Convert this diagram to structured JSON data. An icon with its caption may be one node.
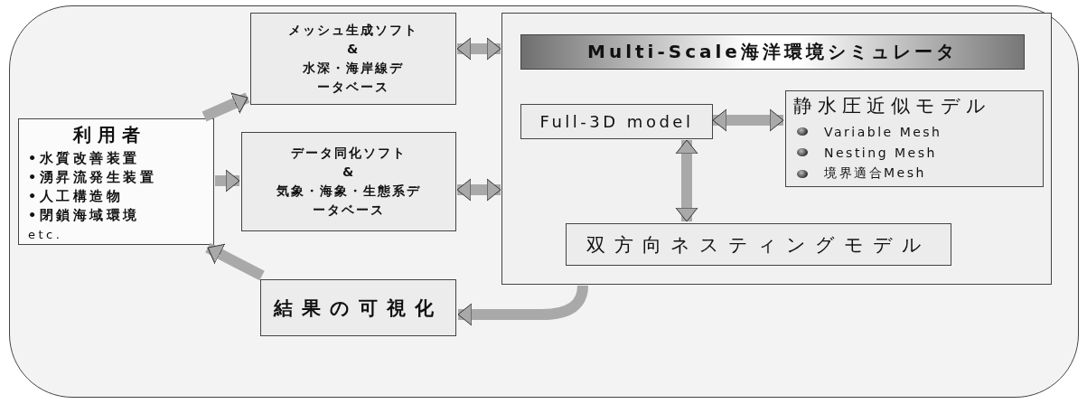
{
  "diagram": {
    "nodes": [
      {
        "text": [
          "利用者",
          "•水質改善装置",
          "•湧昇流発生装置",
          "•人工構造物",
          "•閉鎖海域環境",
          "etc."
        ]
      },
      {
        "text": [
          "メッシュ生成ソフト",
          "&",
          "水深・海岸線データベース"
        ]
      },
      {
        "text": [
          "データ同化ソフト",
          "&",
          "気象・海象・生態系データベース"
        ]
      },
      {
        "text": [],
        "shape": "box"
      },
      {
        "text": [
          "Multi-Scale海洋環境シミュレータ"
        ],
        "in": 3
      },
      {
        "text": [
          "Full-3D model"
        ],
        "in": 3
      },
      {
        "text": [
          "静水圧近似モデル",
          "Variable Mesh",
          "Nesting Mesh",
          "境界適合Mesh"
        ],
        "in": 3
      },
      {
        "text": [
          "双方向ネスティングモデル"
        ],
        "in": 3
      },
      {
        "text": [
          "結果の可視化"
        ]
      }
    ],
    "edges": [
      {
        "from": 0,
        "to": 1,
        "arrow": "to"
      },
      {
        "from": 0,
        "to": 2,
        "arrow": "to"
      },
      {
        "from": 8,
        "to": 0,
        "arrow": "to"
      },
      {
        "from": 1,
        "to": 3,
        "arrow": "both"
      },
      {
        "from": 2,
        "to": 3,
        "arrow": "both"
      },
      {
        "from": 5,
        "to": 6,
        "arrow": "both"
      },
      {
        "from": 5,
        "to": 7,
        "arrow": "both"
      },
      {
        "from": 3,
        "to": 8,
        "arrow": "to"
      }
    ]
  }
}
